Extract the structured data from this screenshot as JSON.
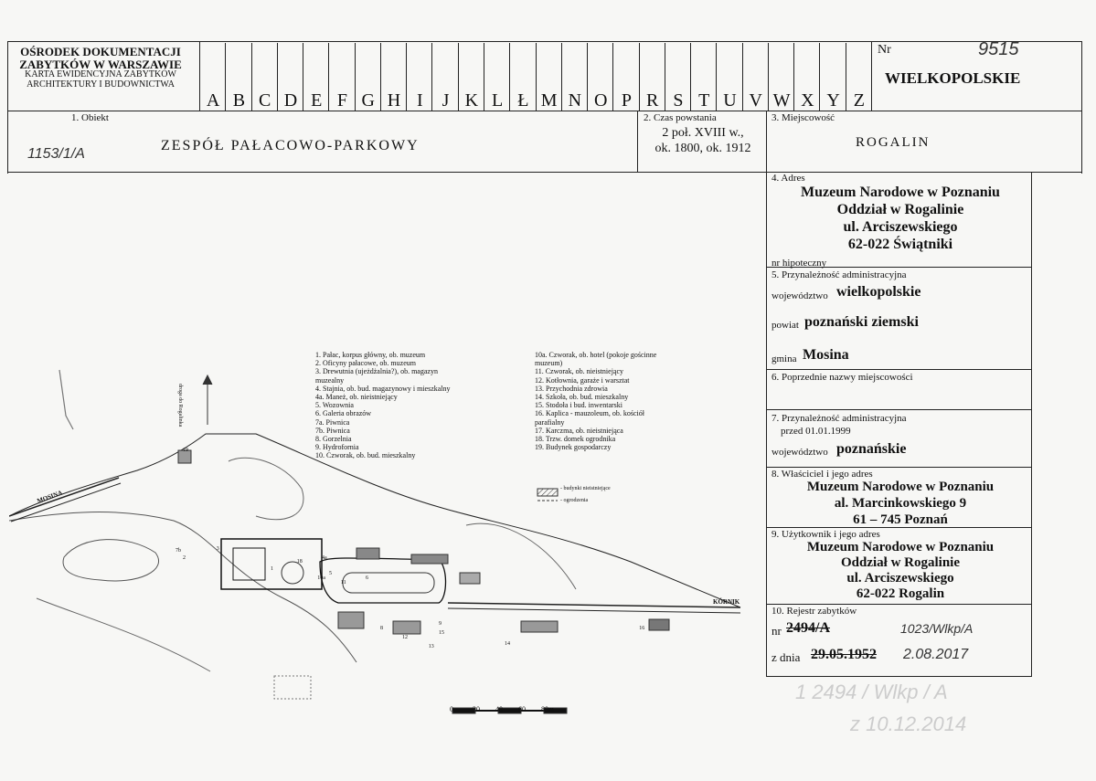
{
  "header": {
    "org_line1": "OŚRODEK DOKUMENTACJI",
    "org_line2": "ZABYTKÓW W WARSZAWIE",
    "org_line3": "KARTA EWIDENCYJNA ZABYTKÓW",
    "org_line4": "ARCHITEKTURY I BUDOWNICTWA",
    "letters": [
      "A",
      "B",
      "C",
      "D",
      "E",
      "F",
      "G",
      "H",
      "I",
      "J",
      "K",
      "L",
      "Ł",
      "M",
      "N",
      "O",
      "P",
      "R",
      "S",
      "T",
      "U",
      "V",
      "W",
      "X",
      "Y",
      "Z"
    ],
    "nr_label": "Nr",
    "nr_hand": "9515",
    "region": "WIELKOPOLSKIE"
  },
  "row1": {
    "obiekt_label": "1. Obiekt",
    "obiekt_value": "ZESPÓŁ PAŁACOWO-PARKOWY",
    "obiekt_hand": "1153/1/A",
    "czas_label": "2. Czas powstania",
    "czas_line1": "2 poł. XVIII w.,",
    "czas_line2": "ok. 1800, ok. 1912",
    "miejsc_label": "3. Miejscowość",
    "miejsc_value": "ROGALIN"
  },
  "side": {
    "adres_label": "4. Adres",
    "adres_lines": [
      "Muzeum Narodowe w Poznaniu",
      "Oddział w Rogalinie",
      "ul. Arciszewskiego",
      "62-022 Świątniki"
    ],
    "hipo_label": "nr hipoteczny",
    "przyn_label": "5. Przynależność administracyjna",
    "woj_label": "województwo",
    "woj_value": "wielkopolskie",
    "powiat_label": "powiat",
    "powiat_value": "poznański ziemski",
    "gmina_label": "gmina",
    "gmina_value": "Mosina",
    "poprz_label": "6. Poprzednie nazwy miejscowości",
    "przyn2_label": "7. Przynależność administracyjna",
    "przyn2_sub": "przed 01.01.1999",
    "woj2_label": "województwo",
    "woj2_value": "poznańskie",
    "wlasc_label": "8. Właściciel i jego adres",
    "wlasc_lines": [
      "Muzeum Narodowe w Poznaniu",
      "al. Marcinkowskiego 9",
      "61 – 745 Poznań"
    ],
    "uzyt_label": "9. Użytkownik i jego adres",
    "uzyt_lines": [
      "Muzeum Narodowe w Poznaniu",
      "Oddział w Rogalinie",
      "ul. Arciszewskiego",
      "62-022 Rogalin"
    ],
    "rej_label": "10. Rejestr zabytków",
    "rej_nr_label": "nr",
    "rej_nr_value": "2494/A",
    "rej_nr_hand": "1023/Wlkp/A",
    "rej_date_label": "z dnia",
    "rej_date_value": "29.05.1952",
    "rej_date_hand": "2.08.2017"
  },
  "map": {
    "legend_left": [
      "1. Pałac, korpus główny, ob. muzeum",
      "2. Oficyny pałacowe, ob. muzeum",
      "3. Drewutnia (ujeżdżalnia?), ob. magazyn",
      "muzealny",
      "4. Stajnia, ob. bud. magazynowy i mieszkalny",
      "4a. Maneż, ob. nieistniejący",
      "5. Wozownia",
      "6. Galeria obrazów",
      "7a. Piwnica",
      "7b. Piwnica",
      "8. Gorzelnia",
      "9. Hydrofornia",
      "10. Czworak, ob. bud. mieszkalny"
    ],
    "legend_right": [
      "10a. Czworak, ob. hotel (pokoje gościnne",
      "muzeum)",
      "11. Czworak, ob. nieistniejący",
      "12. Kotłownia, garaże i warsztat",
      "13. Przychodnia zdrowia",
      "14. Szkoła, ob. bud. mieszkalny",
      "15. Stodoła i bud. inwentarski",
      "16. Kaplica - mauzoleum, ob. kościół",
      "parafialny",
      "17. Karczma, ob. nieistniejąca",
      "18. Trzw. domek ogrodnika",
      "19. Budynek gospodarczy"
    ],
    "key_buildings": "- budynki nieistniejące",
    "key_fence": "- ogrodzenia",
    "road_label": "droga do Rogalinka",
    "mosina_label": "MOSINA",
    "kornik_label": "KÓRNIK",
    "scale_labels": [
      "0",
      "20",
      "40",
      "60",
      "80m"
    ],
    "map_nums": [
      "19",
      "7b",
      "2",
      "3",
      "18",
      "4a",
      "1",
      "5",
      "10a",
      "11",
      "6",
      "9",
      "8",
      "12",
      "13",
      "15",
      "14",
      "16"
    ]
  },
  "bottom_hand_line1": "1 2494 / Wlkp / A",
  "bottom_hand_line2": "z 10.12.2014"
}
